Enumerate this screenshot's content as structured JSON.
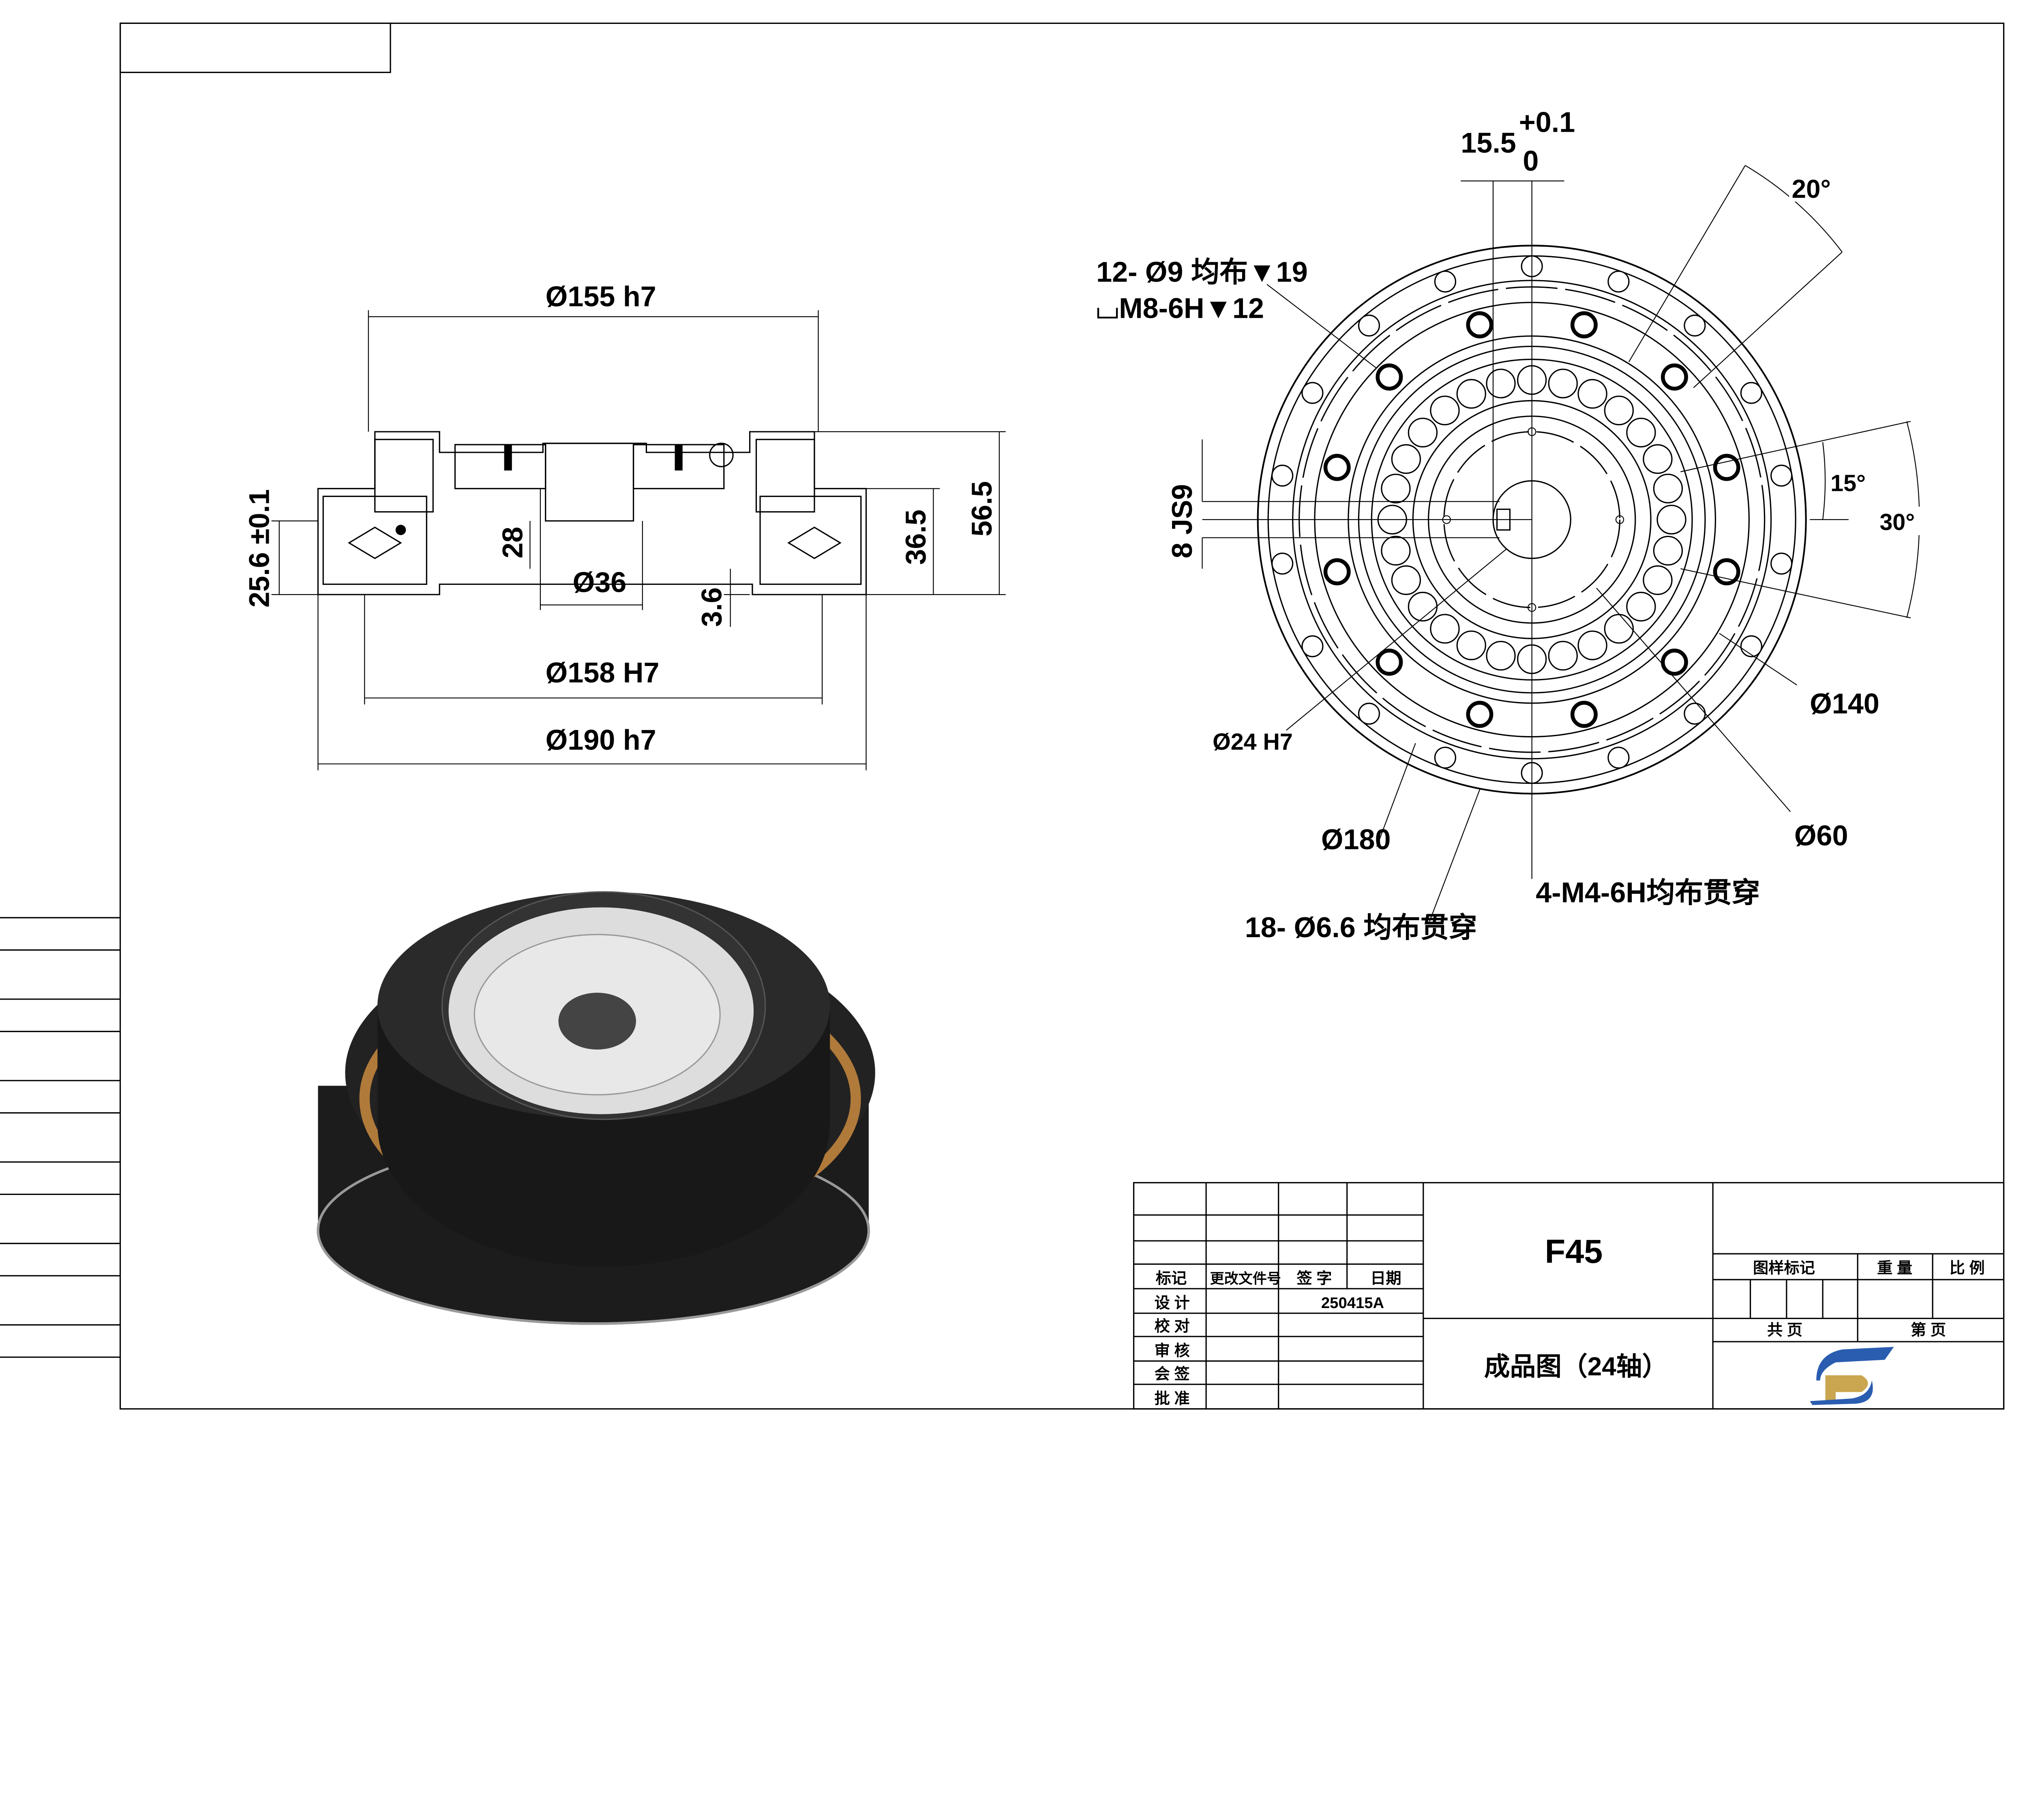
{
  "section_view": {
    "dims": {
      "d155": "Ø155 h7",
      "d158": "Ø158 H7",
      "d190": "Ø190 h7",
      "d36": "Ø36",
      "h28": "28",
      "h25_6": "25.6 ±0.1",
      "h36_5": "36.5",
      "h56_5": "56.5",
      "h3_6": "3.6"
    }
  },
  "front_view": {
    "dims": {
      "keyway_width": "15.5",
      "keyway_tol_upper": "+0.1",
      "keyway_tol_lower": "0",
      "angle_20": "20°",
      "angle_15": "15°",
      "angle_30": "30°",
      "key_js9": "8 JS9",
      "holes_12_line1": "12- Ø9 均布▼19",
      "holes_12_line2": "⌴M8-6H▼12",
      "bore": "Ø24 H7",
      "d140": "Ø140",
      "d180": "Ø180",
      "d60": "Ø60",
      "m4": "4-M4-6H均布贯穿",
      "holes_18": "18- Ø6.6 均布贯穿"
    }
  },
  "title_block": {
    "headers": [
      "标记",
      "更改文件号",
      "签 字",
      "日期"
    ],
    "rows": [
      "设 计",
      "校 对",
      "审 核",
      "会 签",
      "批 准"
    ],
    "design_code": "250415A",
    "part_name": "F45",
    "drawing_title": "成品图（24轴）",
    "sample_mark": "图样标记",
    "weight": "重 量",
    "scale": "比 例",
    "total_pages": "共 页",
    "page_no": "第 页"
  },
  "colors": {
    "logo_blue": "#2a5db0",
    "logo_gold": "#c9a64f",
    "render_copper": "#b07a3a",
    "render_dark": "#1c1c1c"
  }
}
